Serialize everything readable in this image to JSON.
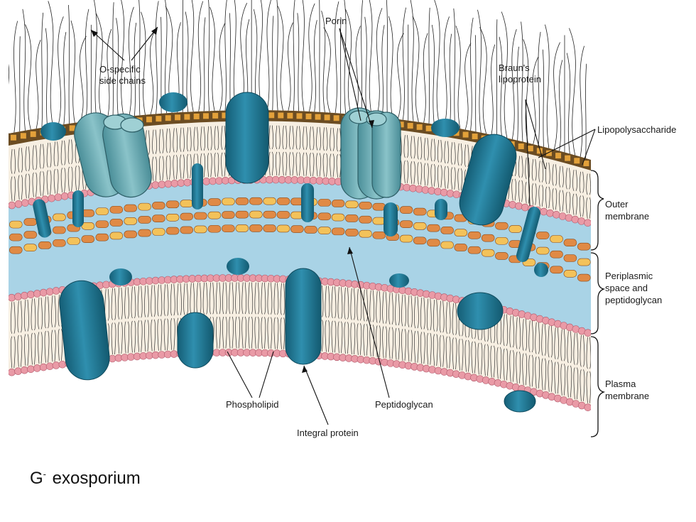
{
  "labels": {
    "o_specific_1": "O-specific",
    "o_specific_2": "side chains",
    "porin": "Porin",
    "brauns_1": "Braun's",
    "brauns_2": "lipoprotein",
    "lps": "Lipopolysaccharide",
    "outer_1": "Outer",
    "outer_2": "membrane",
    "peri_1": "Periplasmic",
    "peri_2": "space and",
    "peri_3": "peptidoglycan",
    "plasma_1": "Plasma",
    "plasma_2": "membrane",
    "phospholipid": "Phospholipid",
    "peptidoglycan": "Peptidoglycan",
    "integral": "Integral protein"
  },
  "caption": {
    "main": "G",
    "sup": "-",
    "rest": " exosporium"
  },
  "colors": {
    "protein": "#1f7a96",
    "porin": "#5fa7b0",
    "periplasm": "#a9d3e6",
    "phospholipid_head": "#e99aa6",
    "membrane_core": "#f7efe2",
    "lps_band": "#7a5a2a",
    "peptidoglycan_orange": "#e08a45",
    "peptidoglycan_yellow": "#f3c25a"
  }
}
